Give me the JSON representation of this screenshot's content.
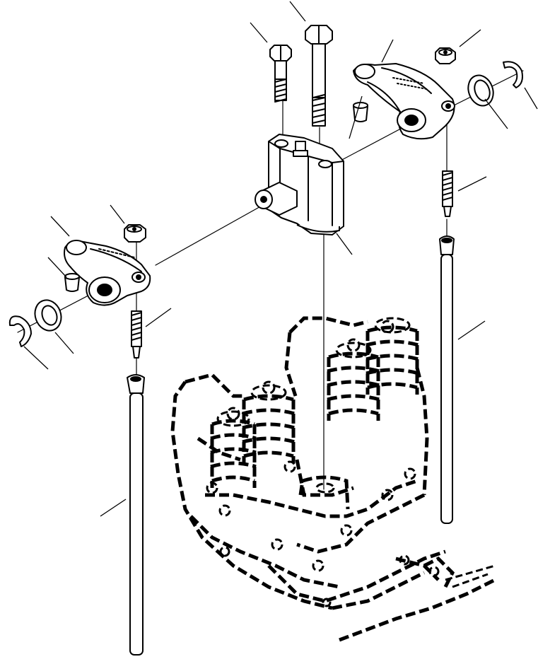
{
  "diagram": {
    "parts": [
      {
        "id": "bolt-long"
      },
      {
        "id": "bolt-short"
      },
      {
        "id": "bushing-right"
      },
      {
        "id": "rocker-arm-right"
      },
      {
        "id": "nut-right"
      },
      {
        "id": "washer-right"
      },
      {
        "id": "snap-ring-right"
      },
      {
        "id": "rocker-support"
      },
      {
        "id": "adjust-screw-right"
      },
      {
        "id": "push-rod-right"
      },
      {
        "id": "nut-left"
      },
      {
        "id": "rocker-arm-left"
      },
      {
        "id": "bushing-left"
      },
      {
        "id": "adjust-screw-left"
      },
      {
        "id": "washer-left"
      },
      {
        "id": "snap-ring-left"
      },
      {
        "id": "push-rod-left"
      },
      {
        "id": "cylinder-head-phantom"
      }
    ],
    "callout_count": 17
  }
}
